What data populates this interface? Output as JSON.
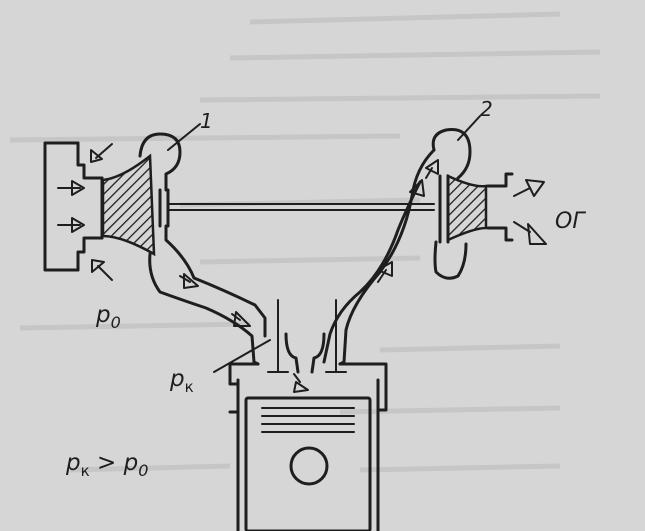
{
  "labels": {
    "compressor_number": "1",
    "turbine_number": "2",
    "ambient_pressure": "p",
    "ambient_pressure_sub": "0",
    "boost_pressure": "p",
    "boost_pressure_sub": "к",
    "exhaust_gas": "ОГ",
    "relation_p": "p",
    "relation_p_sub": "к",
    "relation_op": " > ",
    "relation_p2": "p",
    "relation_p2_sub": "0"
  },
  "colors": {
    "background": "#d6d6d6",
    "ink": "#1e1e1e"
  }
}
